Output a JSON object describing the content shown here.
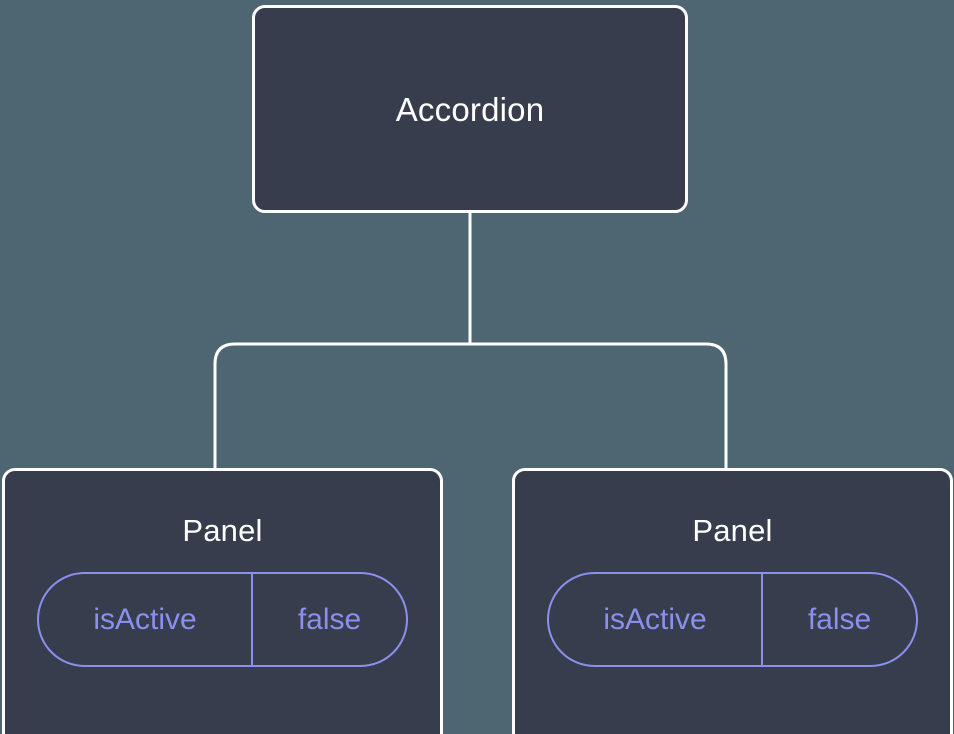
{
  "diagram": {
    "type": "component-tree",
    "background_color": "#4d6671",
    "node_fill_color": "#373d4d",
    "node_border_color": "#ffffff",
    "connector_color": "#ffffff",
    "prop_accent_color": "#8b8fee",
    "title_text_color": "#ffffff"
  },
  "root": {
    "label": "Accordion"
  },
  "children": [
    {
      "label": "Panel",
      "prop": {
        "key": "isActive",
        "value": "false"
      }
    },
    {
      "label": "Panel",
      "prop": {
        "key": "isActive",
        "value": "false"
      }
    }
  ]
}
